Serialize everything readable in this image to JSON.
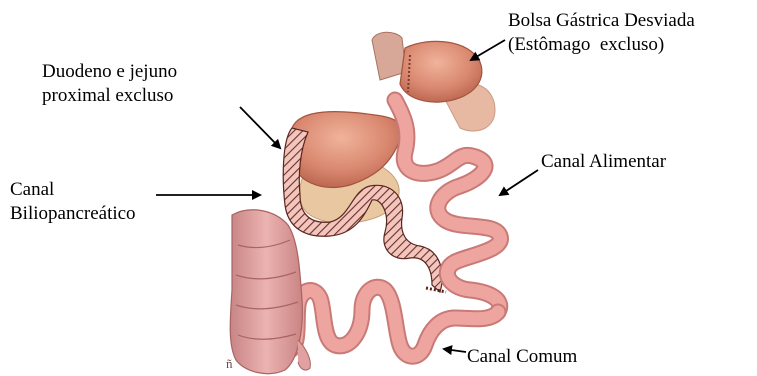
{
  "labels": {
    "bolsa_line1": "Bolsa Gástrica Desviada",
    "bolsa_line2": "(Estômago  excluso)",
    "duodeno_line1": "Duodeno e jejuno",
    "duodeno_line2": "proximal excluso",
    "biliop_line1": "Canal",
    "biliop_line2": "Biliopancreático",
    "alimentar": "Canal Alimentar",
    "comum": "Canal Comum"
  },
  "artist_mark": "ñ",
  "colors": {
    "stomach": "#d9886f",
    "stomach_dark": "#b8624d",
    "intestine": "#eea5a0",
    "intestine_dark": "#c97a76",
    "pancreas": "#e8c7a1",
    "colon": "#e0a1a0",
    "esophagus": "#d7a897",
    "arrow": "#000000"
  }
}
